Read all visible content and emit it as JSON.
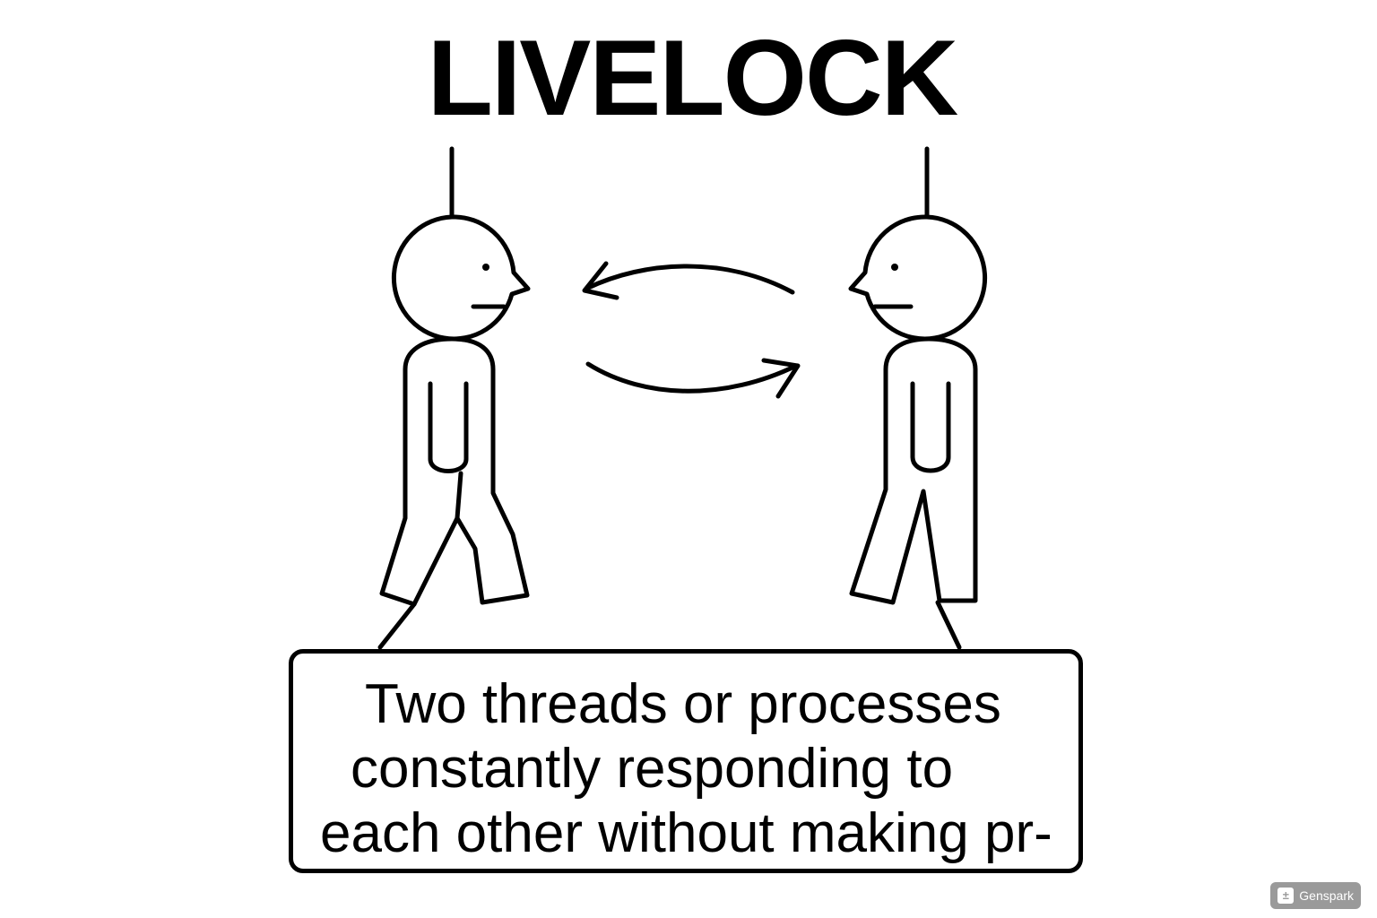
{
  "title": "LIVELOCK",
  "caption": {
    "lines": [
      "Two threads or processes",
      "constantly responding to",
      "each other without making pr-"
    ]
  },
  "figures": [
    {
      "facing": "right"
    },
    {
      "facing": "left"
    }
  ],
  "arrows": [
    {
      "direction": "left"
    },
    {
      "direction": "right"
    }
  ],
  "watermark": {
    "label": "Genspark",
    "icon": "genspark-logo-icon"
  },
  "colors": {
    "ink": "#000000",
    "background": "#ffffff",
    "watermark_bg": "#9a9a9a"
  }
}
